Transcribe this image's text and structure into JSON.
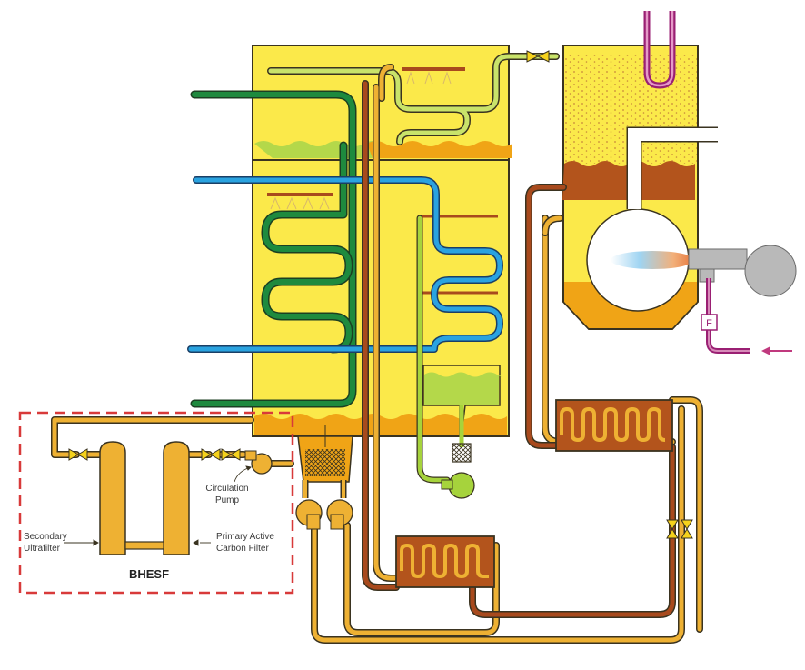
{
  "labels": {
    "circulation_pump": [
      "Circulation",
      "Pump"
    ],
    "secondary_ultrafilter": [
      "Secondary",
      "Ultrafilter"
    ],
    "primary_filter": [
      "Primary Active",
      "Carbon Filter"
    ],
    "bhesf": "BHESF",
    "flow_meter": "F"
  },
  "colors": {
    "vessel_fill": "#fbe94a",
    "vessel_edge": "#3a3320",
    "sludge": "#f0a416",
    "pipe_yellow": "#eeb133",
    "pipe_brown": "#a84a1d",
    "pipe_green": "#1e7a3a",
    "pipe_blue": "#2a9bd4",
    "pipe_lightgreen": "#a6d33c",
    "pipe_purple": "#9a1f73",
    "chamber_brown": "#b3541c",
    "burner_gray": "#b9b9b9",
    "dashed_box": "#d83a3a",
    "arrow_pink": "#c0397e"
  }
}
